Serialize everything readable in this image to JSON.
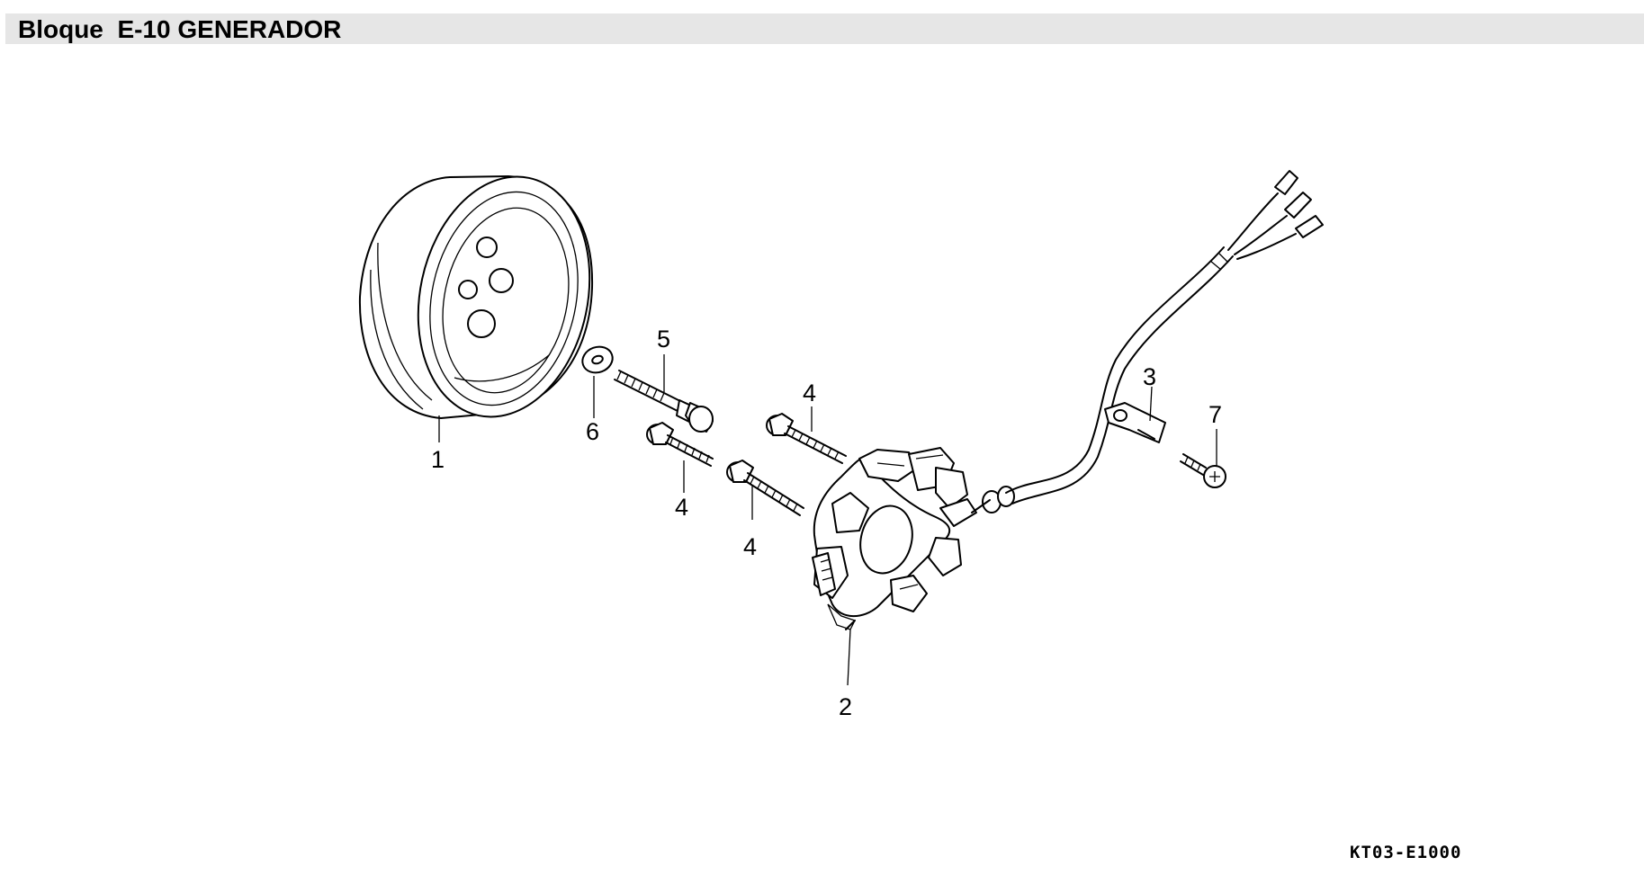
{
  "header": {
    "title": "Bloque  E-10 GENERADOR"
  },
  "callouts": [
    {
      "id": "1",
      "label": "1"
    },
    {
      "id": "2",
      "label": "2"
    },
    {
      "id": "3",
      "label": "3"
    },
    {
      "id": "4a",
      "label": "4"
    },
    {
      "id": "4b",
      "label": "4"
    },
    {
      "id": "4c",
      "label": "4"
    },
    {
      "id": "5",
      "label": "5"
    },
    {
      "id": "6",
      "label": "6"
    },
    {
      "id": "7",
      "label": "7"
    }
  ],
  "footer": {
    "diagram_code": "KT03-E1000"
  }
}
